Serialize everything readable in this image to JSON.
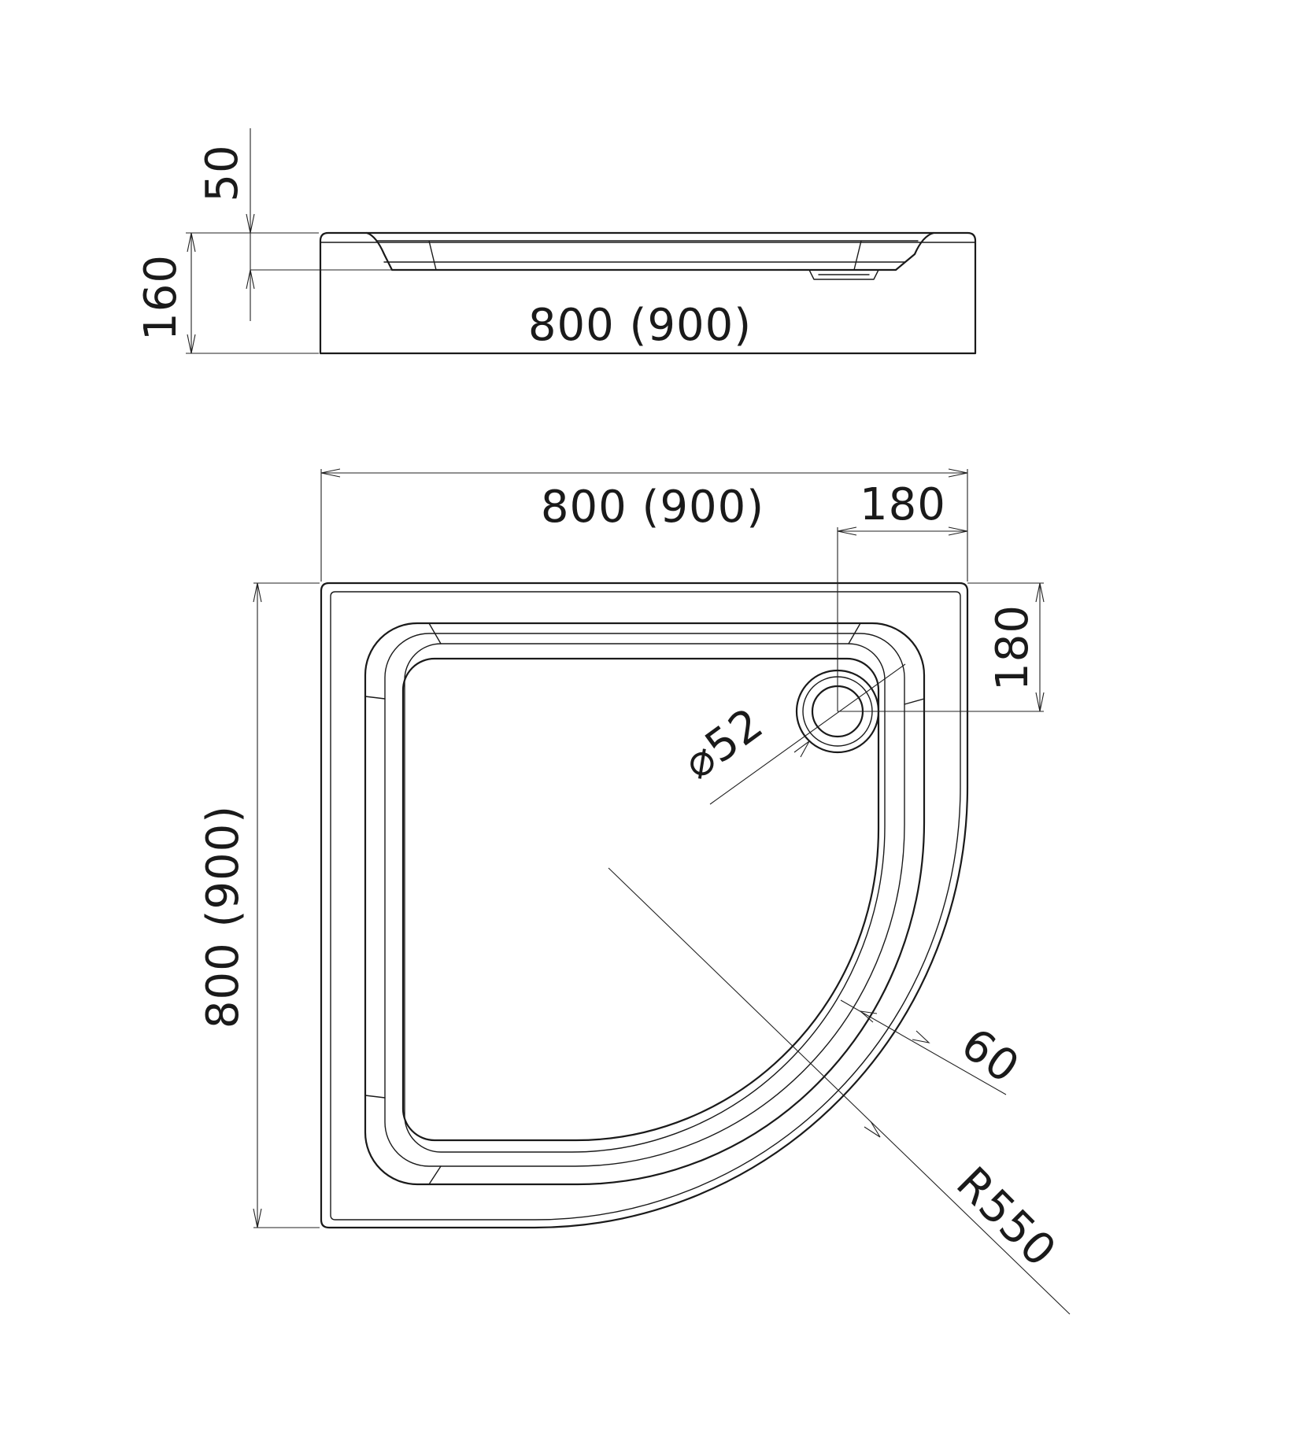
{
  "side_view": {
    "height_label": "160",
    "depth_label": "50",
    "length_label": "800 (900)"
  },
  "top_view": {
    "width_label": "800 (900)",
    "drain_offset_x_label": "180",
    "drain_offset_y_label": "180",
    "drain_diameter_label": "⌀52",
    "height_label": "800 (900)",
    "rim_width_label": "60",
    "radius_label": "R550"
  }
}
